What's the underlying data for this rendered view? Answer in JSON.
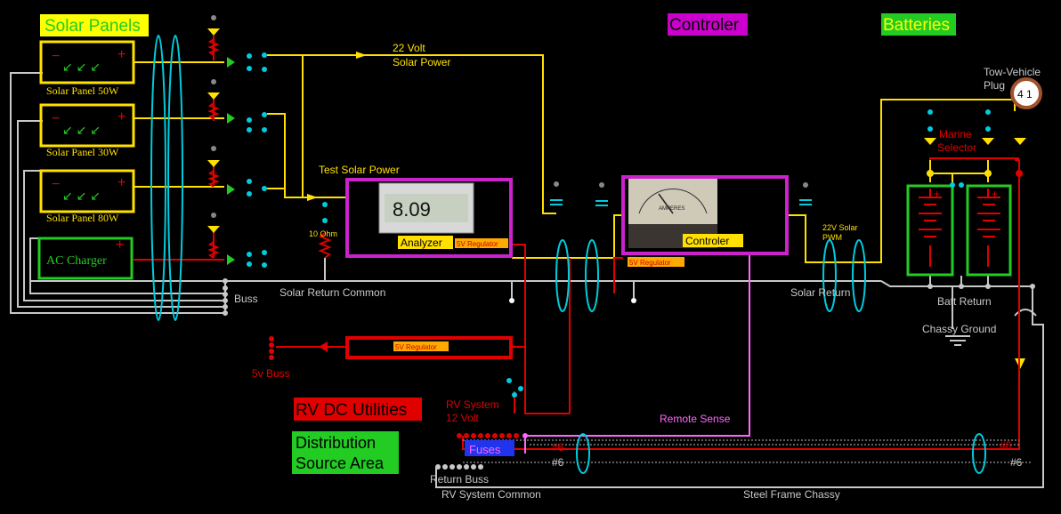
{
  "headers": {
    "solar_panels": "Solar Panels",
    "controler": "Controler",
    "batteries": "Batteries",
    "rv_dc_utilities": "RV DC Utilities",
    "distribution_line1": "Distribution",
    "distribution_line2": "Source Area"
  },
  "panels": [
    {
      "label": "Solar Panel 50W"
    },
    {
      "label": "Solar Panel 30W"
    },
    {
      "label": "Solar Panel 80W"
    }
  ],
  "ac_charger": "AC Charger",
  "labels": {
    "solar_power_line1": "22 Volt",
    "solar_power_line2": "Solar Power",
    "test_solar_power": "Test Solar Power",
    "resistor": "10 Ohm",
    "analyzer": "Analyzer",
    "meter_reading": "8.09",
    "regulator": "5V Regulator",
    "controler_tag": "Controler",
    "amperes": "AMPERES",
    "pwm_line1": "22V Solar",
    "pwm_line2": "PWM",
    "buss": "Buss",
    "solar_return_common": "Solar Return Common",
    "solar_return": "Solar Return",
    "batt_return": "Batt Return",
    "chassy_ground": "Chassy Ground",
    "marine_selector_line1": "Marine",
    "marine_selector_line2": "Selector",
    "tow_vehicle_line1": "Tow-Vehicle",
    "tow_vehicle_line2": "Plug",
    "plug_pins": "4 1",
    "five_v_buss": "5v Buss",
    "rv_system_line1": "RV System",
    "rv_system_line2": "12 Volt",
    "remote_sense": "Remote Sense",
    "fuses": "Fuses",
    "wire6": "#6",
    "return_buss": "Return Buss",
    "rv_system_common": "RV System Common",
    "steel_frame": "Steel Frame Chassy"
  },
  "colors": {
    "solar": "#ffe000",
    "power": "#ff0000",
    "return": "#c8c8c8",
    "sense": "#ff66ff",
    "batteries": "#22cc22",
    "controler": "#cc22cc",
    "switch": "#00ccdd"
  }
}
